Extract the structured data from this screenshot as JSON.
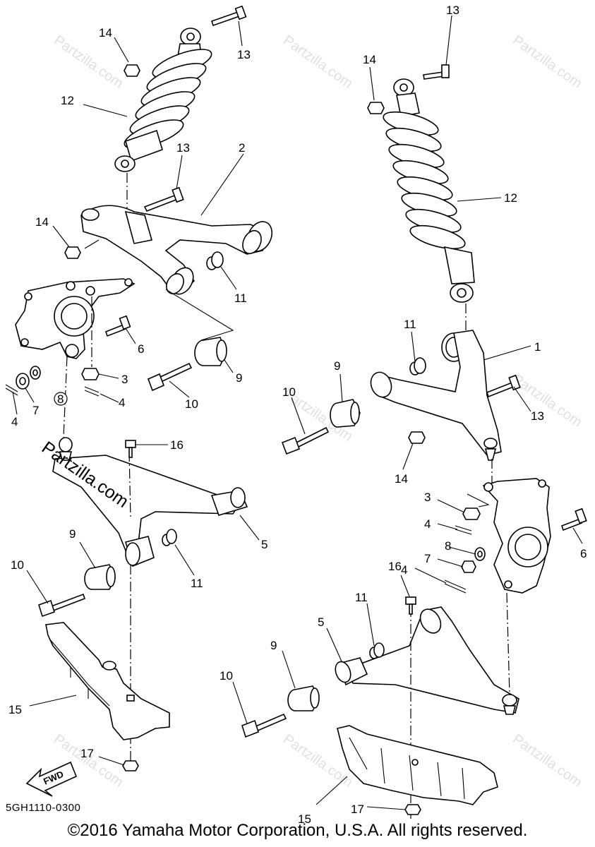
{
  "diagram_code": "5GH1110-0300",
  "copyright": "©2016 Yamaha Motor Corporation, U.S.A. All rights reserved.",
  "watermark": "Partzilla.com",
  "fwd_label": "FWD",
  "callouts": {
    "c1": "1",
    "c2": "2",
    "c3a": "3",
    "c3b": "3",
    "c4a": "4",
    "c4b": "4",
    "c4c": "4",
    "c4d": "4",
    "c5a": "5",
    "c5b": "5",
    "c6a": "6",
    "c6b": "6",
    "c7a": "7",
    "c7b": "7",
    "c8a": "8",
    "c8b": "8",
    "c9a": "9",
    "c9b": "9",
    "c9c": "9",
    "c9d": "9",
    "c10a": "10",
    "c10b": "10",
    "c10c": "10",
    "c10d": "10",
    "c11a": "11",
    "c11b": "11",
    "c11c": "11",
    "c11d": "11",
    "c12a": "12",
    "c12b": "12",
    "c13a": "13",
    "c13b": "13",
    "c13c": "13",
    "c13d": "13",
    "c14a": "14",
    "c14b": "14",
    "c14c": "14",
    "c14d": "14",
    "c15a": "15",
    "c15b": "15",
    "c16a": "16",
    "c16b": "16",
    "c17a": "17",
    "c17b": "17"
  }
}
